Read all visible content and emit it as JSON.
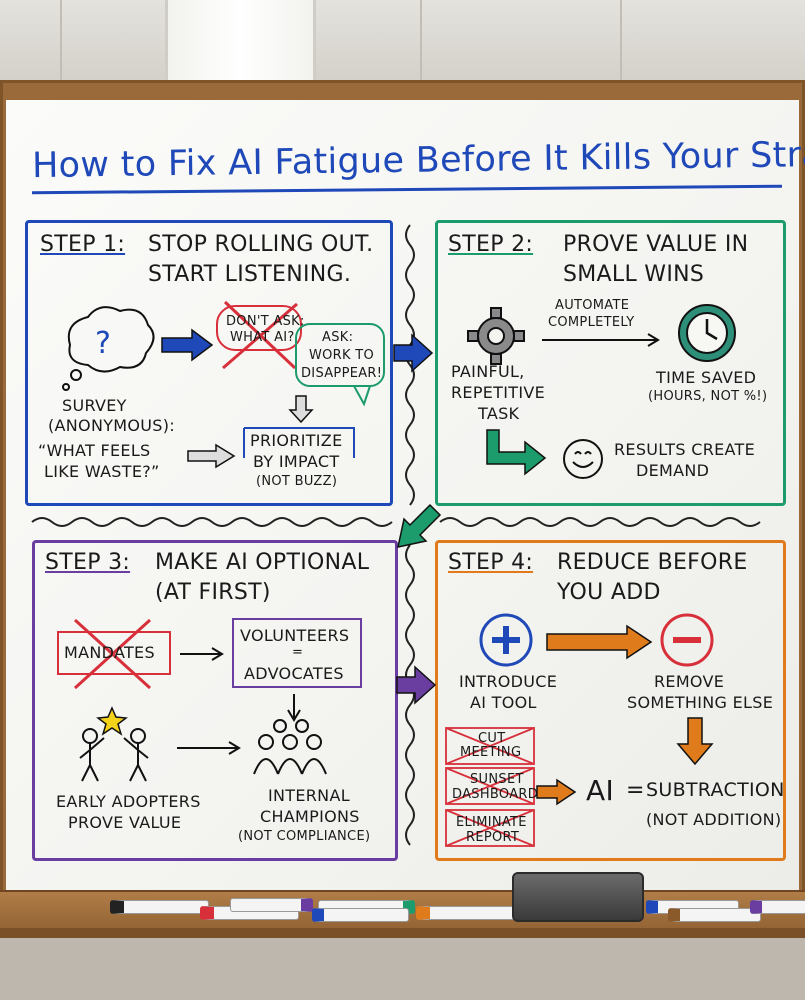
{
  "title": "How to Fix AI Fatigue Before It Kills Your Strategy",
  "step1": {
    "label": "STEP 1:",
    "heading_line1": "STOP ROLLING OUT.",
    "heading_line2": "START LISTENING.",
    "dont_ask_line1": "DON'T ASK:",
    "dont_ask_line2": "WHAT AI?",
    "ask_line1": "ASK:",
    "ask_line2": "WORK TO",
    "ask_line3": "DISAPPEAR!",
    "survey": "SURVEY",
    "anonymous": "(ANONYMOUS):",
    "quote_line1": "“WHAT FEELS",
    "quote_line2": "LIKE WASTE?”",
    "prioritize_line1": "PRIORITIZE",
    "prioritize_line2": "BY IMPACT",
    "prioritize_line3": "(NOT BUZZ)"
  },
  "step2": {
    "label": "STEP 2:",
    "heading_line1": "PROVE VALUE IN",
    "heading_line2": "SMALL WINS",
    "automate_line1": "AUTOMATE",
    "automate_line2": "COMPLETELY",
    "task_line1": "PAINFUL,",
    "task_line2": "REPETITIVE",
    "task_line3": "TASK",
    "time_saved": "TIME SAVED",
    "hours": "(HOURS, NOT %!)",
    "results_line1": "RESULTS CREATE",
    "results_line2": "DEMAND"
  },
  "step3": {
    "label": "STEP 3:",
    "heading_line1": "MAKE AI OPTIONAL",
    "heading_line2": "(AT FIRST)",
    "mandates": "MANDATES",
    "volunteers": "VOLUNTEERS",
    "equals": "=",
    "advocates": "ADVOCATES",
    "early_line1": "EARLY ADOPTERS",
    "early_line2": "PROVE VALUE",
    "internal_line1": "INTERNAL",
    "internal_line2": "CHAMPIONS",
    "internal_line3": "(NOT COMPLIANCE)"
  },
  "step4": {
    "label": "STEP 4:",
    "heading_line1": "REDUCE BEFORE",
    "heading_line2": "YOU ADD",
    "introduce_line1": "INTRODUCE",
    "introduce_line2": "AI TOOL",
    "remove_line1": "REMOVE",
    "remove_line2": "SOMETHING ELSE",
    "cut_line1": "CUT",
    "cut_line2": "MEETING",
    "sunset_line1": "SUNSET",
    "sunset_line2": "DASHBOARD",
    "eliminate_line1": "ELIMINATE",
    "eliminate_line2": "REPORT",
    "ai": "AI",
    "equals": "=",
    "subtraction": "SUBTRACTION",
    "not_addition": "(NOT ADDITION)"
  },
  "icons": [
    "question-bubble-icon",
    "gear-icon",
    "clock-icon",
    "smiley-icon",
    "plus-circle-icon",
    "minus-circle-icon",
    "star-icon",
    "people-icon"
  ],
  "colors": {
    "blue": "#1f48b8",
    "green": "#1c9b6c",
    "purple": "#6a3ea1",
    "orange": "#e07b1c",
    "red": "#d8303a"
  }
}
